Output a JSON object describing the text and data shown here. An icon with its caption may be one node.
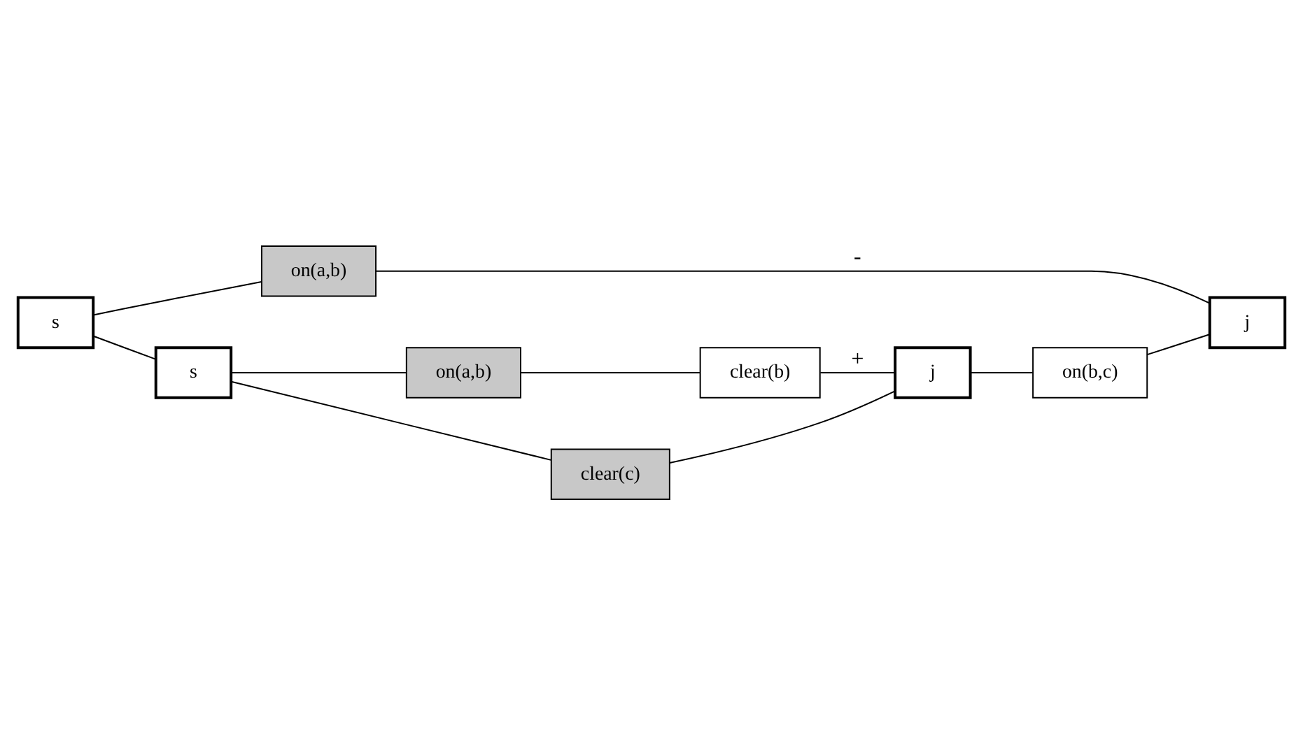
{
  "diagram": {
    "nodes": [
      {
        "text": [
          "s"
        ]
      },
      {
        "text": [
          "on(a,b)"
        ]
      },
      {
        "text": [
          "s"
        ]
      },
      {
        "text": [
          "on(a,b)"
        ]
      },
      {
        "text": [
          "clear(b)"
        ]
      },
      {
        "text": [
          "clear(c)"
        ]
      },
      {
        "text": [
          "j"
        ]
      },
      {
        "text": [
          "on(b,c)"
        ]
      },
      {
        "text": [
          "j"
        ]
      }
    ],
    "edges": [
      {
        "from": 0,
        "to": 1,
        "arrow": "none"
      },
      {
        "from": 0,
        "to": 2,
        "arrow": "none"
      },
      {
        "from": 1,
        "to": 8,
        "arrow": "none",
        "label": "-"
      },
      {
        "from": 2,
        "to": 3,
        "arrow": "none"
      },
      {
        "from": 2,
        "to": 5,
        "arrow": "none"
      },
      {
        "from": 3,
        "to": 4,
        "arrow": "none"
      },
      {
        "from": 4,
        "to": 6,
        "arrow": "none",
        "label": "+"
      },
      {
        "from": 5,
        "to": 6,
        "arrow": "none"
      },
      {
        "from": 6,
        "to": 7,
        "arrow": "none"
      },
      {
        "from": 7,
        "to": 8,
        "arrow": "none"
      }
    ]
  }
}
